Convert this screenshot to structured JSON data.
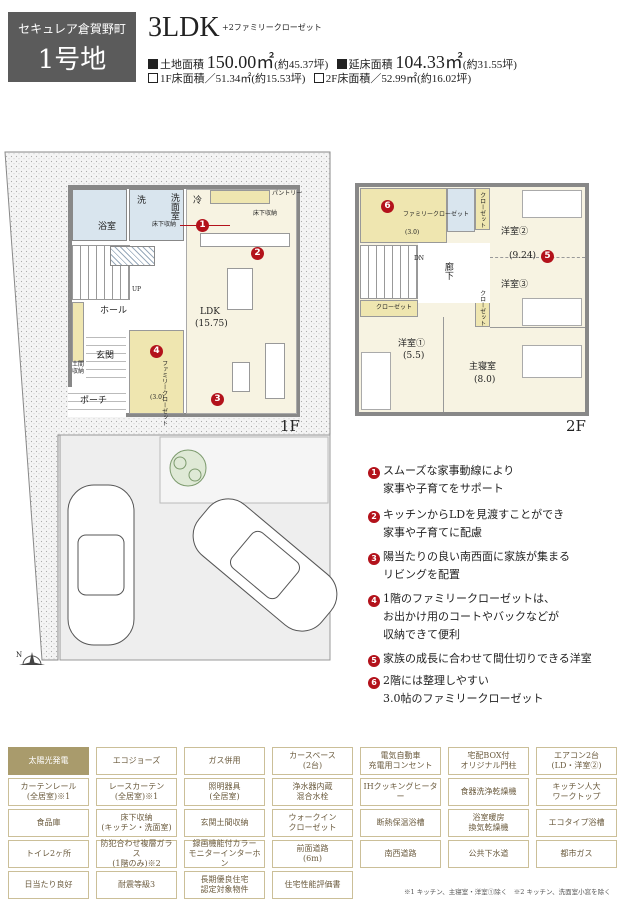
{
  "header": {
    "lot_name": "セキュレア倉賀野町",
    "lot_number": "1号地",
    "layout": "3LDK",
    "layout_extra": "+2ファミリークローゼット",
    "land_area_label": "土地面積",
    "land_area": "150.00㎡",
    "land_area_tsubo": "(約45.37坪)",
    "floor_area_label": "延床面積",
    "floor_area": "104.33㎡",
    "floor_area_tsubo": "(約31.55坪)",
    "f1_area": "1F床面積／51.34㎡(約15.53坪)",
    "f2_area": "2F床面積／52.99㎡(約16.02坪)"
  },
  "floor1": {
    "label": "1F",
    "bath": "浴室",
    "washroom": "洗面室",
    "washer": "洗",
    "fridge": "冷",
    "pantry": "パントリー",
    "underfloor": "床下収納",
    "underfloor2": "床下収納",
    "up": "UP",
    "hall": "ホール",
    "ldk": "LDK",
    "ldk_size": "(15.75)",
    "entrance": "玄関",
    "doma": "土間収納",
    "porch": "ポーチ",
    "family_closet": "ファミリークローゼット",
    "family_closet_size": "(3.0)"
  },
  "floor2": {
    "label": "2F",
    "family_closet": "ファミリークローゼット",
    "family_closet_size": "(3.0)",
    "closet_a": "クローゼット",
    "closet_b": "クローゼット",
    "closet_c": "クローゼット",
    "youshitsu2": "洋室②",
    "youshitsu3": "洋室③",
    "partition": "(9.24)",
    "youshitsu1": "洋室①",
    "youshitsu1_size": "(5.5)",
    "master": "主寝室",
    "master_size": "(8.0)",
    "corridor": "廊下",
    "dn": "DN"
  },
  "features": [
    {
      "num": "1",
      "lines": [
        "スムーズな家事動線により",
        "家事や子育てをサポート"
      ]
    },
    {
      "num": "2",
      "lines": [
        "キッチンからLDを見渡すことができ",
        "家事や子育てに配慮"
      ]
    },
    {
      "num": "3",
      "lines": [
        "陽当たりの良い南西面に家族が集まる",
        "リビングを配置"
      ]
    },
    {
      "num": "4",
      "lines": [
        "1階のファミリークローゼットは、",
        "お出かけ用のコートやバックなどが",
        "収納できて便利"
      ]
    },
    {
      "num": "5",
      "lines": [
        "家族の成長に合わせて間仕切りできる洋室"
      ]
    },
    {
      "num": "6",
      "lines": [
        "2階には整理しやすい",
        "3.0帖のファミリークローゼット"
      ]
    }
  ],
  "grid": [
    [
      "太陽光発電"
    ],
    [
      "エコジョーズ"
    ],
    [
      "ガス併用"
    ],
    [
      "カースペース",
      "(2台)"
    ],
    [
      "電気自動車",
      "充電用コンセント"
    ],
    [
      "宅配BOX付",
      "オリジナル門柱"
    ],
    [
      "エアコン2台",
      "(LD・洋室②)"
    ],
    [
      "カーテンレール",
      "(全居室)※1"
    ],
    [
      "レースカーテン",
      "(全居室)※1"
    ],
    [
      "照明器具",
      "(全居室)"
    ],
    [
      "浄水器内蔵",
      "混合水栓"
    ],
    [
      "IHクッキングヒーター"
    ],
    [
      "食器洗浄乾燥機"
    ],
    [
      "キッチン人大",
      "ワークトップ"
    ],
    [
      "食品庫"
    ],
    [
      "床下収納",
      "(キッチン・洗面室)"
    ],
    [
      "玄関土間収納"
    ],
    [
      "ウォークイン",
      "クローゼット"
    ],
    [
      "断熱保温浴槽"
    ],
    [
      "浴室暖房",
      "換気乾燥機"
    ],
    [
      "エコタイプ浴槽"
    ],
    [
      "トイレ2ヶ所"
    ],
    [
      "防犯合わせ複層ガラス",
      "(1階のみ)※2"
    ],
    [
      "録画機能付カラー",
      "モニターインターホン"
    ],
    [
      "前面道路",
      "(6m)"
    ],
    [
      "南西道路"
    ],
    [
      "公共下水道"
    ],
    [
      "都市ガス"
    ],
    [
      "日当たり良好"
    ],
    [
      "耐震等級3"
    ],
    [
      "長期優良住宅",
      "認定対象物件"
    ],
    [
      "住宅性能評価書"
    ]
  ],
  "highlight_color": "#a99b6c",
  "badge_color": "#b3121b",
  "footnote": "※1 キッチン、主寝室・洋室①除く　※2 キッチン、洗面室小窓を除く"
}
